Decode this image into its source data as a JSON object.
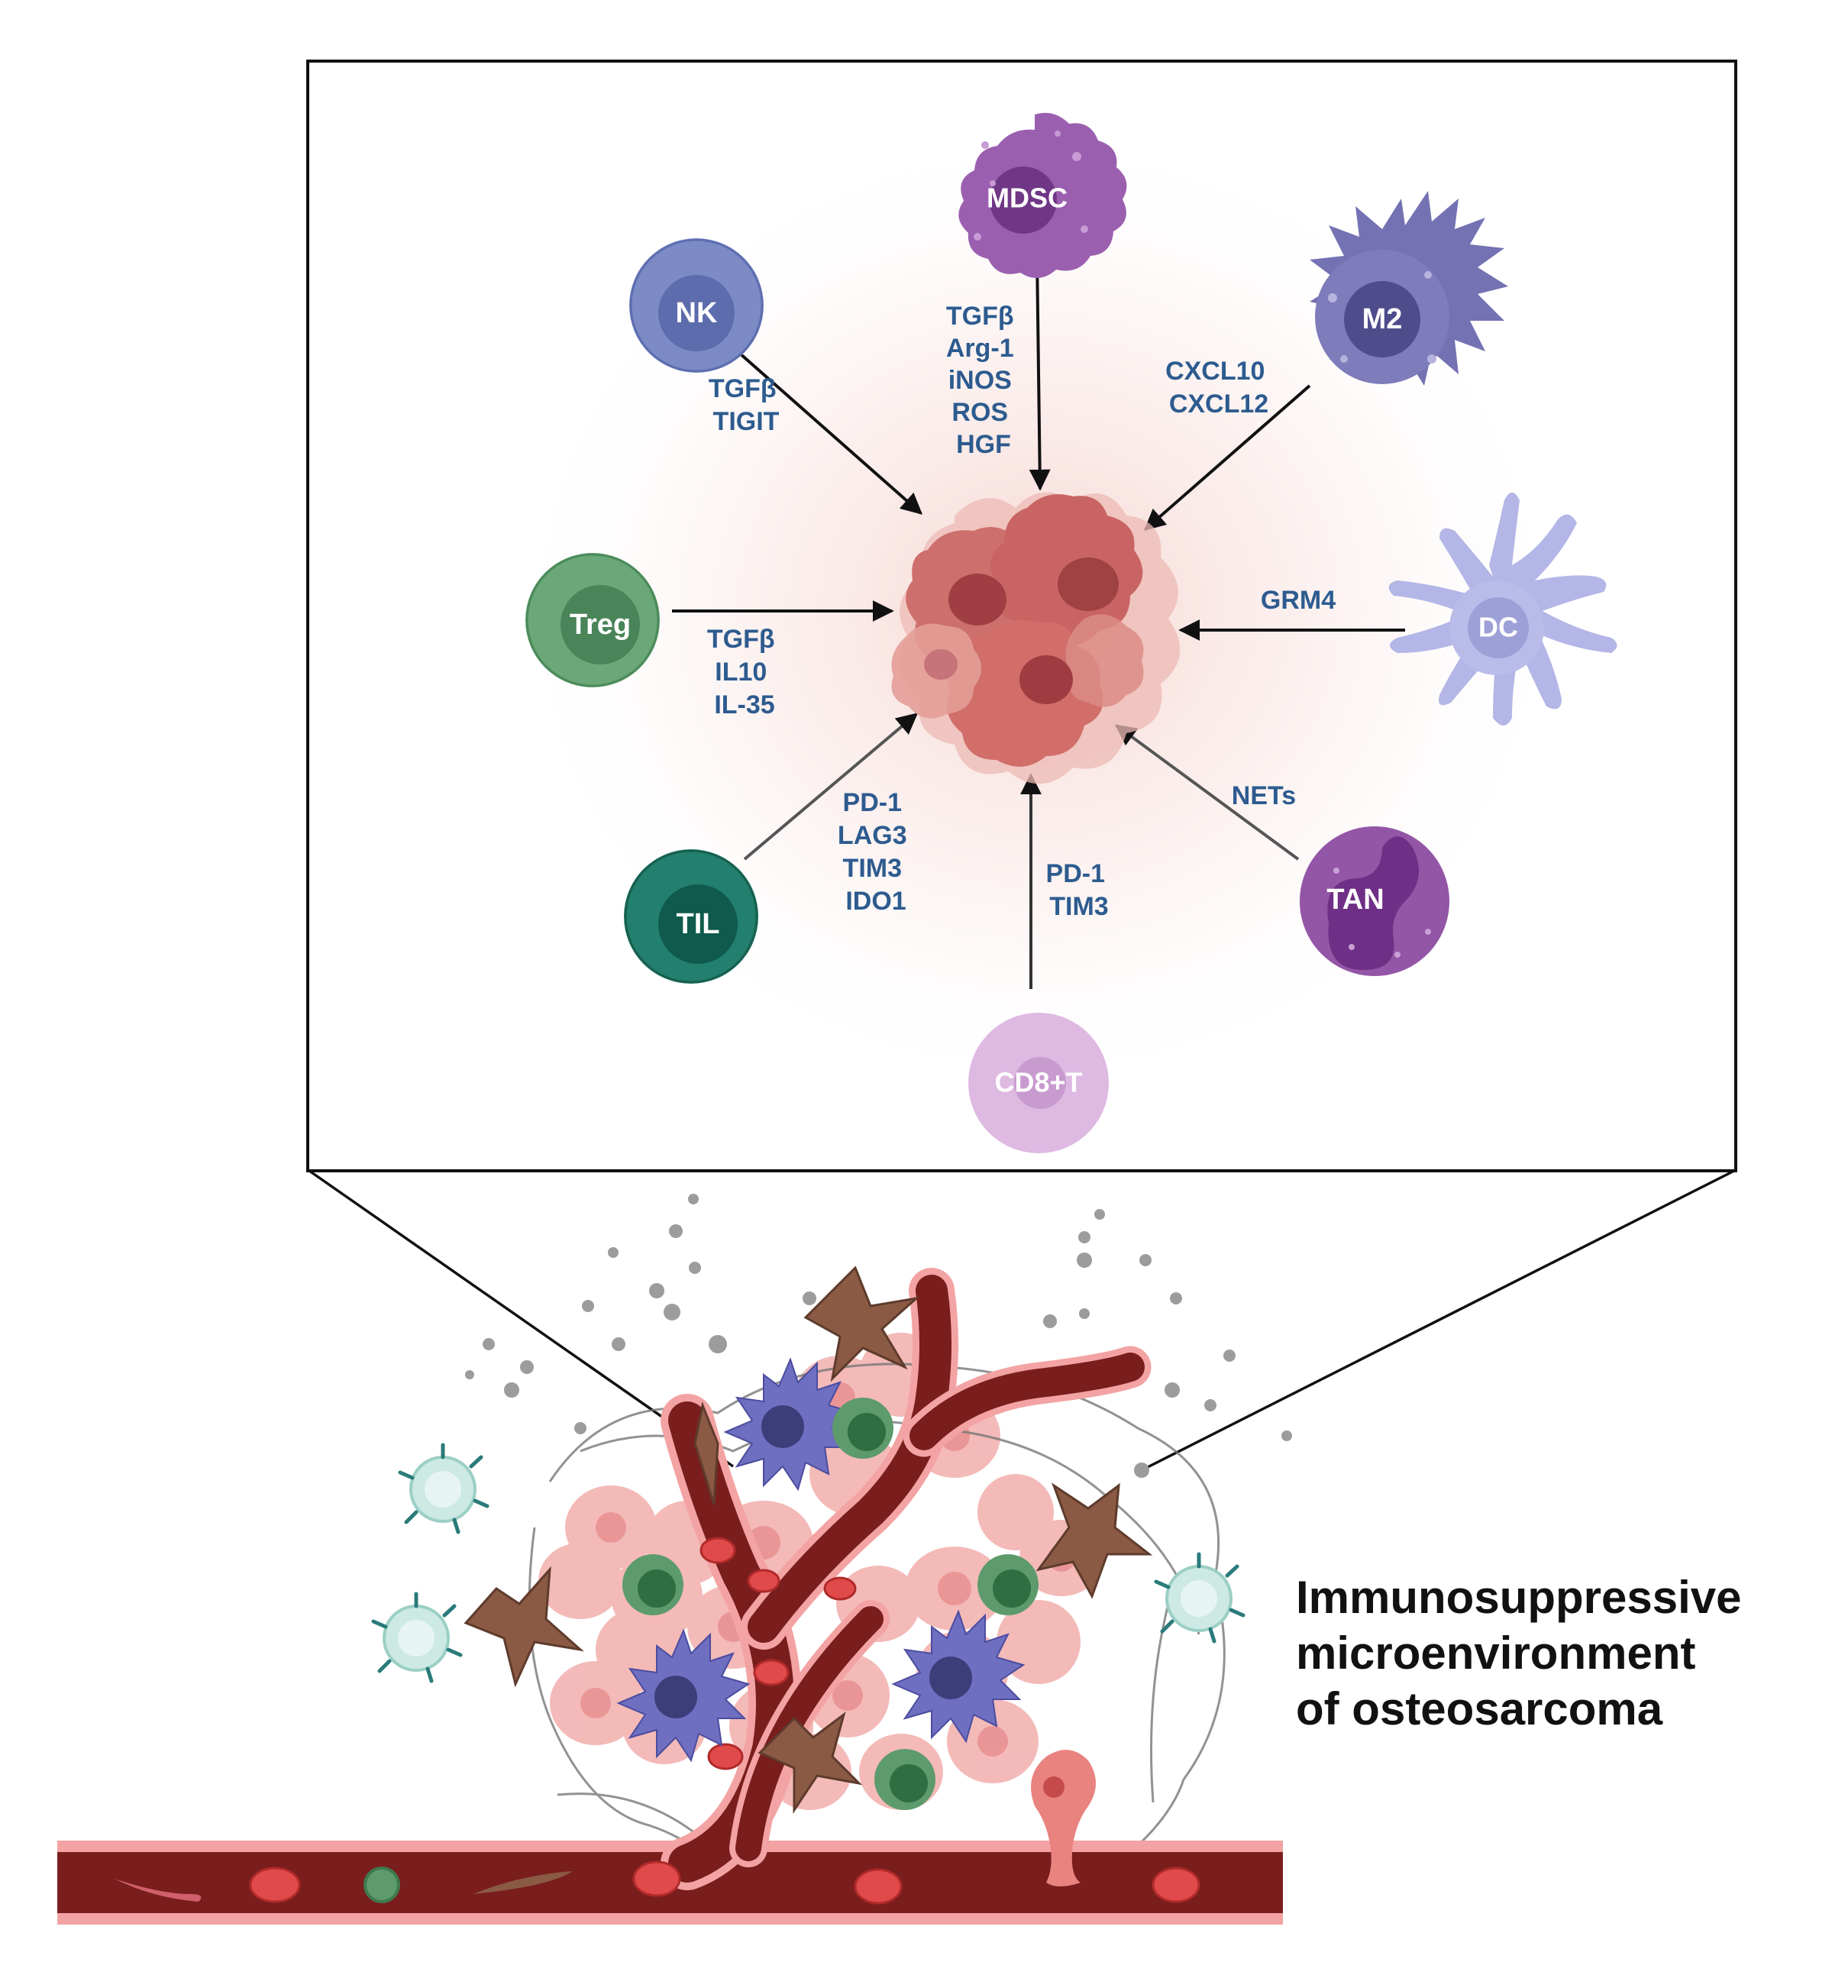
{
  "title_lines": [
    "Immunosuppressive",
    "microenvironment",
    "of osteosarcoma"
  ],
  "colors": {
    "molecule_text": "#2d5b8f",
    "arrow": "#111111",
    "tumor": "#c96868",
    "vessel": "#7a1d1d",
    "vessel_lining": "#f2a4a4"
  },
  "cells": [
    {
      "id": "nk",
      "label": "NK",
      "color": "#6e7fbd",
      "nucleus": "#5566a6"
    },
    {
      "id": "mdsc",
      "label": "MDSC",
      "color": "#8e4e9e",
      "nucleus": "#6c3580"
    },
    {
      "id": "m2",
      "label": "M2",
      "color": "#6b68a9",
      "nucleus": "#4f4c8c"
    },
    {
      "id": "treg",
      "label": "Treg",
      "color": "#5d9a6c",
      "nucleus": "#467f55"
    },
    {
      "id": "dc",
      "label": "DC",
      "color": "#aeb0e0",
      "nucleus": "#9294cf"
    },
    {
      "id": "til",
      "label": "TIL",
      "color": "#1f7a6a",
      "nucleus": "#125d50"
    },
    {
      "id": "tan",
      "label": "TAN",
      "color": "#8c4f9f",
      "nucleus": "#6b2f82"
    },
    {
      "id": "cd8",
      "label": "CD8+T",
      "color": "#d9b3de",
      "nucleus": "#c795cf"
    }
  ],
  "mediators": {
    "nk": [
      "TGFβ",
      "TIGIT"
    ],
    "mdsc": [
      "TGFβ",
      "Arg-1",
      "iNOS",
      "ROS",
      "HGF"
    ],
    "m2": [
      "CXCL10",
      "CXCL12"
    ],
    "treg": [
      "TGFβ",
      "IL10",
      "IL-35"
    ],
    "dc": [
      "GRM4"
    ],
    "til": [
      "PD-1",
      "LAG3",
      "TIM3",
      "IDO1"
    ],
    "tan": [
      "NETs"
    ],
    "cd8": [
      "PD-1",
      "TIM3"
    ]
  }
}
